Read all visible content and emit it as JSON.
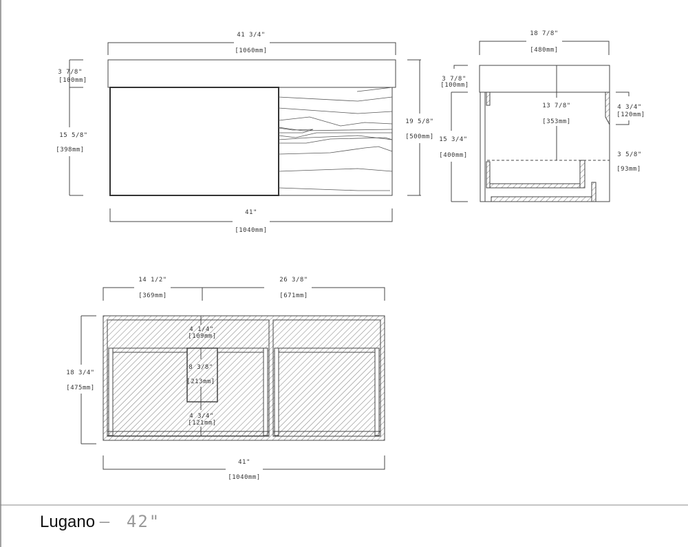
{
  "title": {
    "name": "Lugano",
    "separator": "–",
    "size": "42\""
  },
  "front_view": {
    "overall_width": "41 3/4\"",
    "overall_width_mm": "[1060mm]",
    "top_height": "3 7/8\"",
    "top_height_mm": "[100mm]",
    "body_height": "15 5/8\"",
    "body_height_mm": "[398mm]",
    "total_height": "19 5/8\"",
    "total_height_mm": "[500mm]",
    "body_width": "41\"",
    "body_width_mm": "[1040mm]"
  },
  "side_view": {
    "depth": "18 7/8\"",
    "depth_mm": "[480mm]",
    "top_height": "3 7/8\"",
    "top_height_mm": "[100mm]",
    "body_height": "15 3/4\"",
    "body_height_mm": "[400mm]",
    "inner_height": "13 7/8\"",
    "inner_height_mm": "[353mm]",
    "upper_gap": "4 3/4\"",
    "upper_gap_mm": "[120mm]",
    "drawer_height": "3 5/8\"",
    "drawer_height_mm": "[93mm]"
  },
  "top_view": {
    "left_width": "14 1/2\"",
    "left_width_mm": "[369mm]",
    "right_width": "26 3/8\"",
    "right_width_mm": "[671mm]",
    "depth": "18 3/4\"",
    "depth_mm": "[475mm]",
    "notch_top": "4 1/4\"",
    "notch_top_mm": "[109mm]",
    "notch_depth": "8 3/8\"",
    "notch_depth_mm": "[213mm]",
    "notch_bottom": "4 3/4\"",
    "notch_bottom_mm": "[121mm]",
    "width": "41\"",
    "width_mm": "[1040mm]"
  }
}
